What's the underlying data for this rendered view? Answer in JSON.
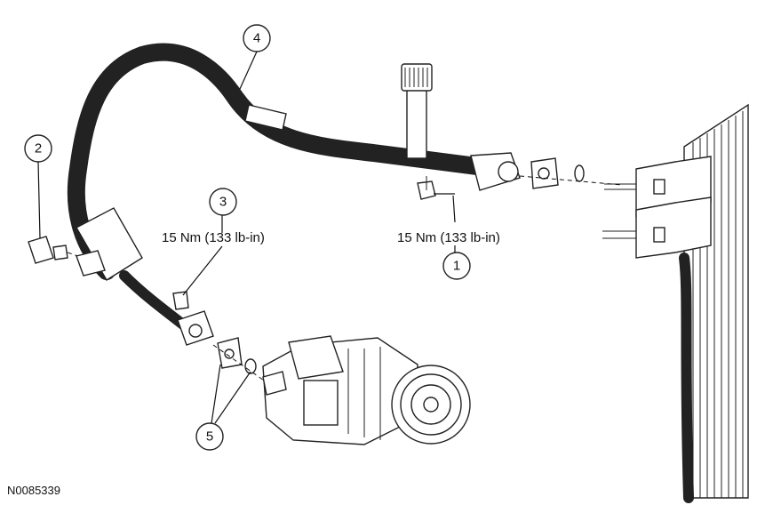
{
  "callouts": [
    {
      "id": "1",
      "text": "1"
    },
    {
      "id": "2",
      "text": "2"
    },
    {
      "id": "3",
      "text": "3"
    },
    {
      "id": "4",
      "text": "4"
    },
    {
      "id": "5",
      "text": "5"
    }
  ],
  "torque_specs": {
    "item1": "15 Nm (133 lb-in)",
    "item3": "15 Nm (133 lb-in)"
  },
  "figure_id": "N0085339"
}
